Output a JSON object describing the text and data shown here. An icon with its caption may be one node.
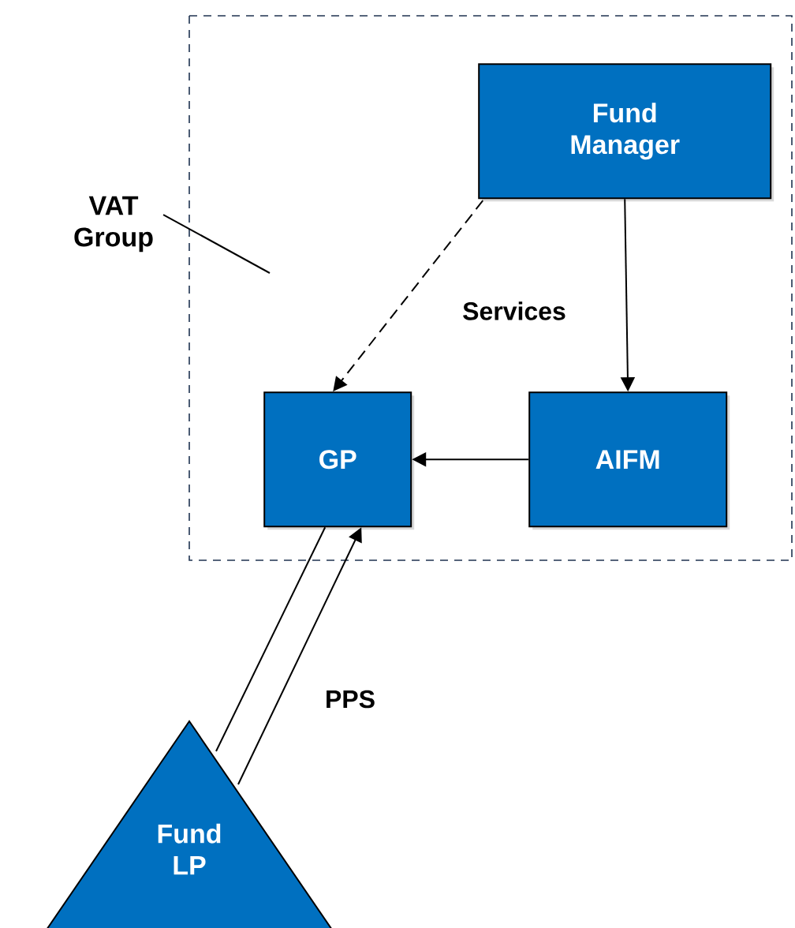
{
  "diagram": {
    "nodes": [
      {
        "text": [],
        "shape": "box"
      },
      {
        "text": [
          "VAT Group"
        ]
      },
      {
        "text": [
          "Fund Manager"
        ],
        "in": 0
      },
      {
        "text": [
          "GP"
        ],
        "in": 0
      },
      {
        "text": [
          "AIFM"
        ],
        "in": 0
      },
      {
        "text": [
          "Fund LP"
        ]
      }
    ],
    "edges": [
      {
        "from": 1,
        "to": 0,
        "arrow": "none"
      },
      {
        "from": 2,
        "to": 3,
        "arrow": "to",
        "style": "dashed"
      },
      {
        "from": 2,
        "to": 4,
        "arrow": "to"
      },
      {
        "from": 4,
        "to": 3,
        "arrow": "to"
      },
      {
        "from": 3,
        "to": 5,
        "arrow": "none"
      },
      {
        "from": 5,
        "to": 3,
        "arrow": "to"
      }
    ],
    "labels": [
      "Services",
      "PPS"
    ]
  }
}
